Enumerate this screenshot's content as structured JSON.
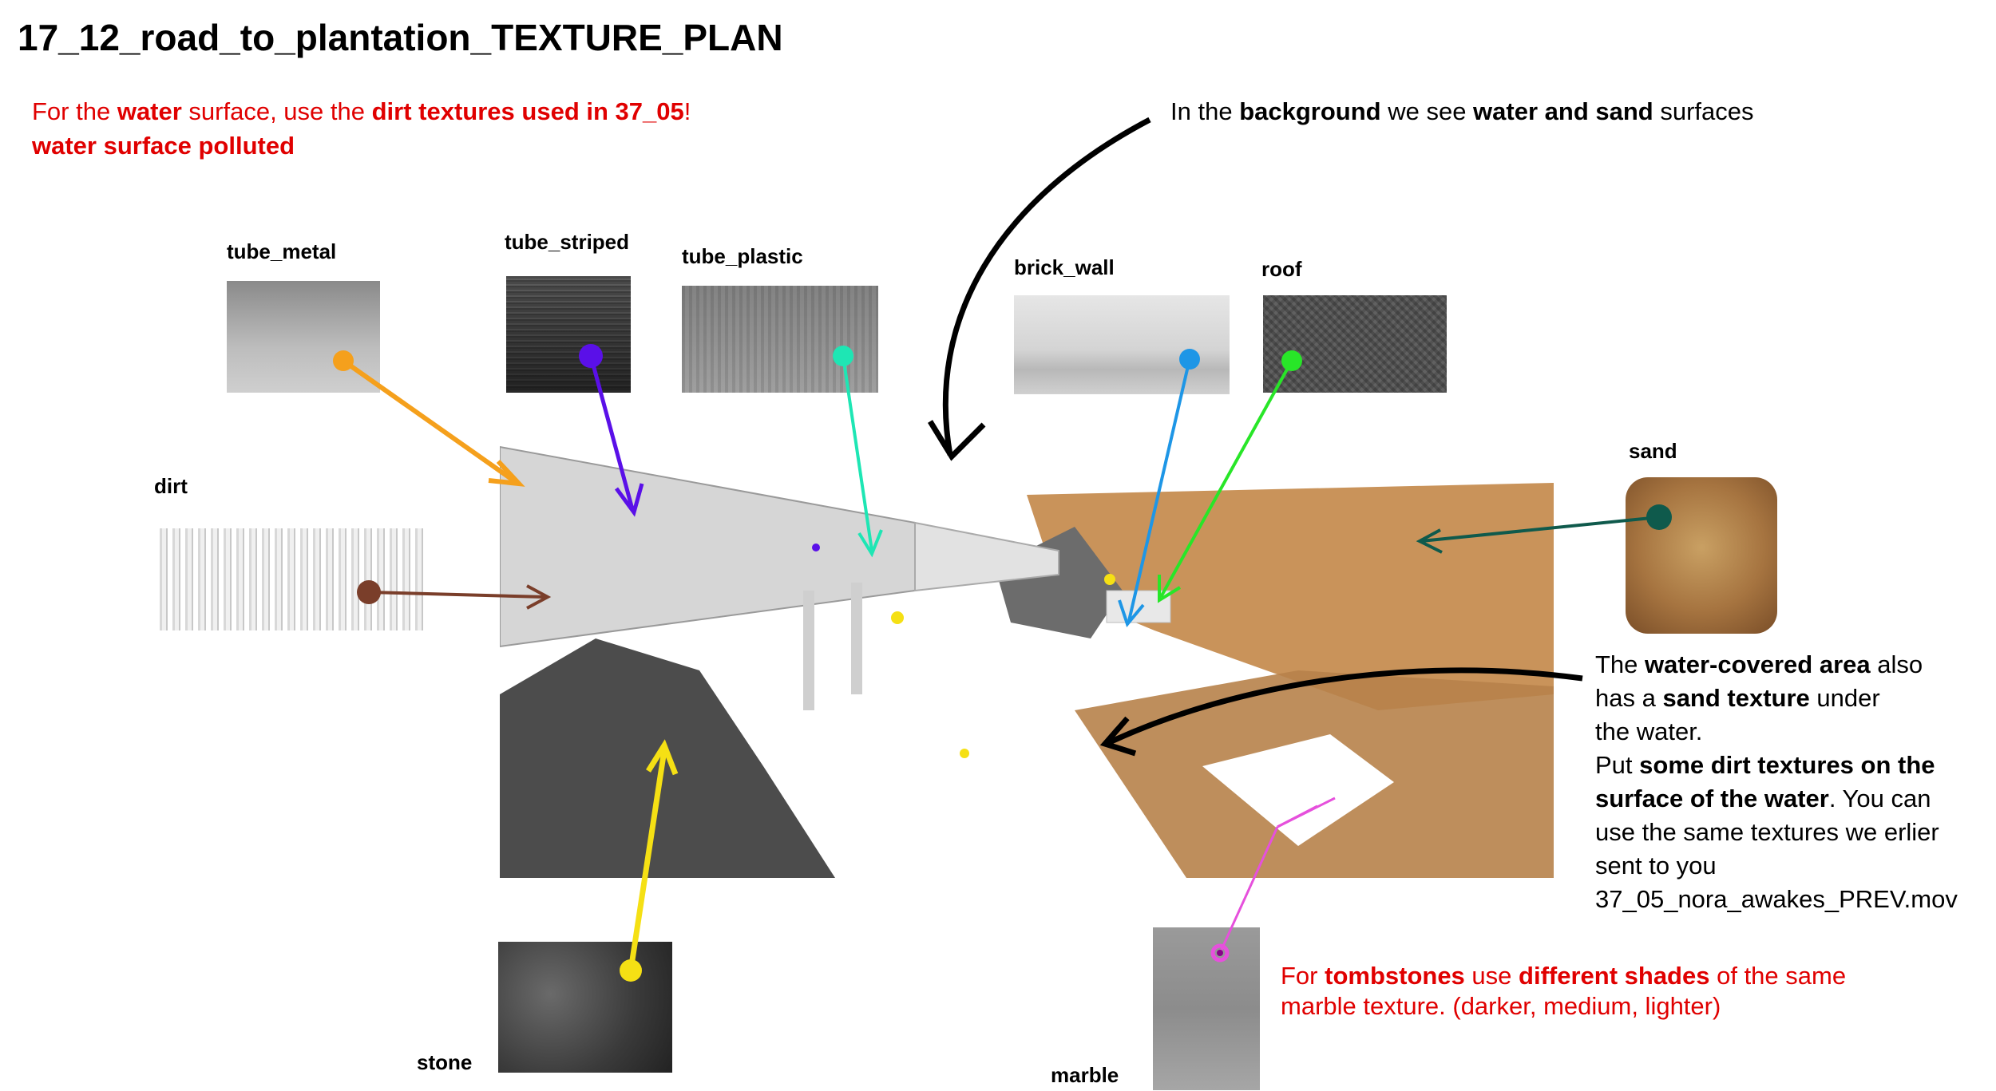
{
  "title": "17_12_road_to_plantation_TEXTURE_PLAN",
  "note_water": {
    "l1_a": "For the ",
    "l1_b": "water",
    "l1_c": " surface, use the ",
    "l1_d": "dirt textures used in 37_05",
    "l1_e": "!",
    "l2": "water surface  polluted"
  },
  "note_background": {
    "a": "In the ",
    "b": "background",
    "c": " we see ",
    "d": "water and sand",
    "e": " surfaces"
  },
  "note_water_area": {
    "l1_a": "The ",
    "l1_b": "water-covered area",
    "l1_c": " also",
    "l2_a": "has a ",
    "l2_b": "sand texture",
    "l2_c": " under",
    "l3": "the water.",
    "l4_a": "Put ",
    "l4_b": "some dirt textures on the",
    "l5_a": "surface of the water",
    "l5_b": ". You can",
    "l6": "use the same textures we erlier",
    "l7": "sent to you",
    "l8": "37_05_nora_awakes_PREV.mov"
  },
  "note_tombstones": {
    "l1_a": "For ",
    "l1_b": "tombstones",
    "l1_c": " use ",
    "l1_d": "different shades",
    "l1_e": " of the same",
    "l2": "marble texture. (darker, medium, lighter)"
  },
  "labels": {
    "tube_metal": "tube_metal",
    "tube_striped": "tube_striped",
    "tube_plastic": "tube_plastic",
    "brick_wall": "brick_wall",
    "roof": "roof",
    "dirt": "dirt",
    "sand": "sand",
    "stone": "stone",
    "marble": "marble"
  },
  "colors": {
    "tube_metal": "#f5a01c",
    "tube_striped": "#5a10e8",
    "tube_plastic": "#1ee6b4",
    "brick_wall": "#1e96e6",
    "roof": "#28e628",
    "dirt": "#7a3e2a",
    "sand": "#0f5a4c",
    "stone": "#f5e014",
    "marble": "#e650dc",
    "note_red": "#e00000"
  }
}
